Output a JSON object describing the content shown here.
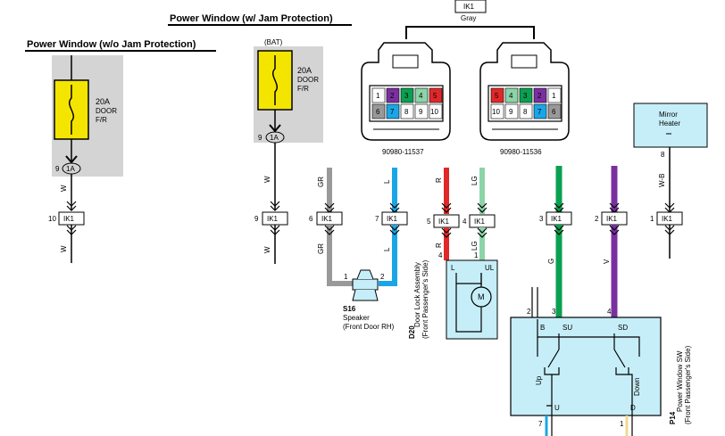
{
  "titles": {
    "without_jam": "Power Window (w/o Jam Protection)",
    "with_jam": "Power Window (w/ Jam Protection)"
  },
  "fuse": {
    "amp": "20A",
    "name_line1": "DOOR",
    "name_line2": "F/R",
    "source": "(BAT)",
    "connector": "1A",
    "pin": "9"
  },
  "junction": {
    "name": "IK1",
    "color": "Gray",
    "part_left": "90980-11537",
    "part_right": "90980-11536"
  },
  "connector_left_pins": {
    "top": [
      "1",
      "2",
      "3",
      "4",
      "5"
    ],
    "bottom": [
      "6",
      "7",
      "8",
      "9",
      "10"
    ]
  },
  "connector_right_pins": {
    "top": [
      "5",
      "4",
      "3",
      "2",
      "1"
    ],
    "bottom": [
      "10",
      "9",
      "8",
      "7",
      "6"
    ]
  },
  "wires": {
    "left_w1": "W",
    "left_w2": "W",
    "mid_w1": "W",
    "mid_w2": "W",
    "gr1": "GR",
    "gr2": "GR",
    "l1": "L",
    "l2": "L",
    "r1": "R",
    "r2": "R",
    "lg1": "LG",
    "lg2": "LG",
    "g": "G",
    "v": "V",
    "wb": "W-B"
  },
  "ik1_pins": {
    "left": "10",
    "mid": "9",
    "gr": "6",
    "l": "7",
    "r": "5",
    "lg": "4",
    "g": "3",
    "v": "2",
    "mirror": "1"
  },
  "speaker": {
    "code": "S16",
    "name": "Speaker",
    "location": "(Front Door RH)",
    "pin1": "1",
    "pin2": "2"
  },
  "door_lock": {
    "code": "D20",
    "name": "Door Lock Assembly",
    "location": "(Front Passenger's Side)",
    "pin_l": "4",
    "pin_ul": "1",
    "label_l": "L",
    "label_ul": "UL",
    "motor": "M"
  },
  "mirror_heater": {
    "line1": "Mirror",
    "line2": "Heater",
    "pin": "8"
  },
  "window_switch": {
    "code": "P14",
    "name": "Power Window SW",
    "location": "(Front Passenger's Side)",
    "pin_b": "2",
    "pin_su": "3",
    "pin_sd": "4",
    "pin_u": "7",
    "pin_d": "1",
    "b": "B",
    "su": "SU",
    "sd": "SD",
    "u": "U",
    "d": "D",
    "up": "Up",
    "down": "Down"
  },
  "colors": {
    "fuse": "#f4e500",
    "panel": "#d4d4d4",
    "component": "#c6eef8",
    "gray_wire": "#999999",
    "blue_wire": "#1aa6e6",
    "red_wire": "#e02828",
    "lightgreen_wire": "#8cd4a8",
    "green_wire": "#0aa050",
    "violet_wire": "#7a2fa0"
  }
}
